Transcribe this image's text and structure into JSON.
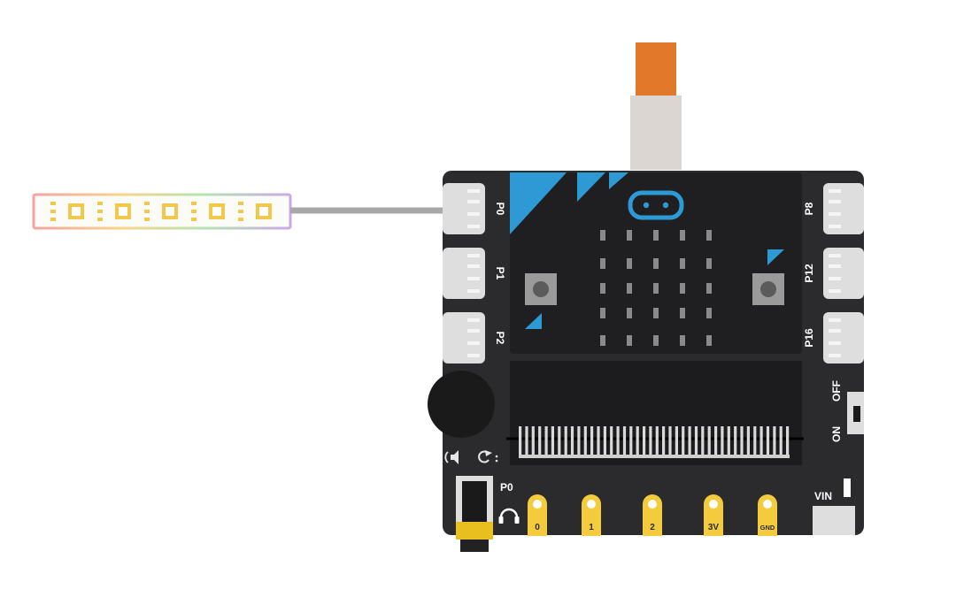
{
  "colors": {
    "board": "#2b2b2e",
    "board_inner": "#1c1c1f",
    "accent_blue": "#2d9ad6",
    "pin_gold": "#f3cb3c",
    "port_grey": "#dcdcdc",
    "cable_orange": "#e07a2a",
    "cable_grey": "#a8a8a8",
    "strip_led": "#ffffff",
    "strip_pad": "#f2c84b"
  },
  "ports": {
    "left": [
      "P0",
      "P1",
      "P2"
    ],
    "right": [
      "P8",
      "P12",
      "P16"
    ]
  },
  "switch": {
    "off_label": "OFF",
    "on_label": "ON"
  },
  "power": {
    "vin_label": "VIN"
  },
  "jack": {
    "label": "P0"
  },
  "edge_pins": [
    "0",
    "1",
    "2",
    "3V",
    "GND"
  ],
  "icons": {
    "speaker": "speaker-icon",
    "reset": "reset-icon",
    "headphone": "headphone-icon",
    "microbit_logo": "microbit-logo-icon"
  },
  "led_strip": {
    "led_count": 5
  }
}
